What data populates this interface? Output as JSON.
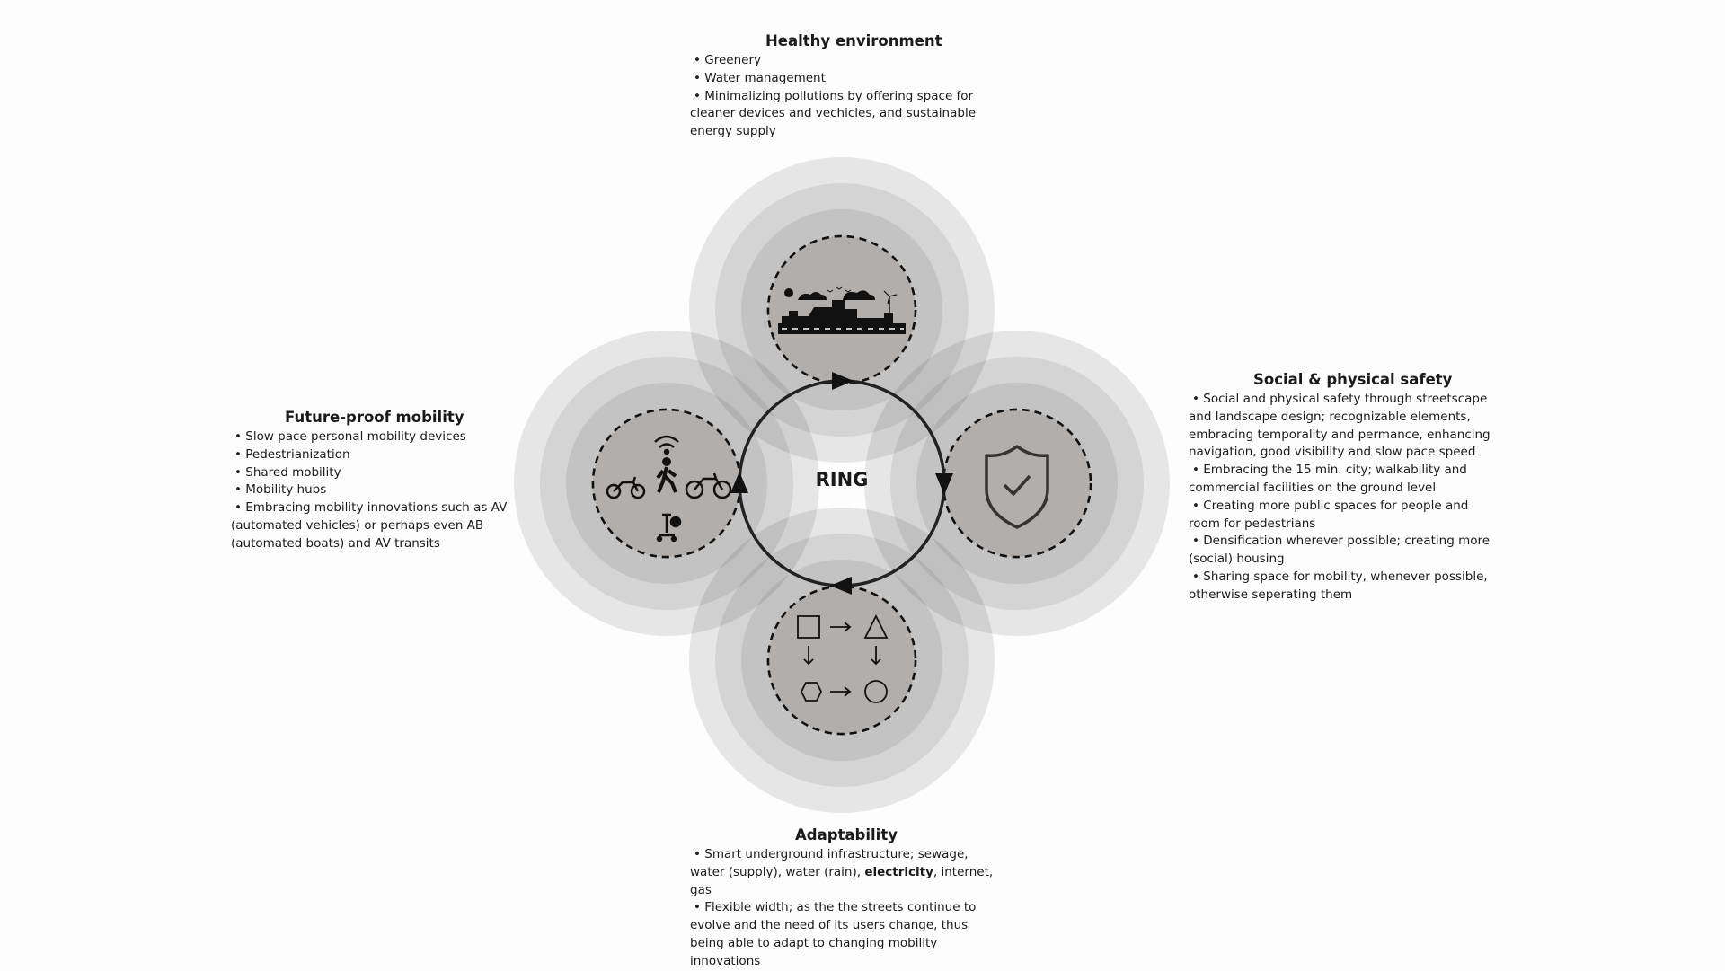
{
  "center_label": "RING",
  "sections": {
    "healthy": {
      "title": "Healthy environment",
      "icon": "city-landscape-icon",
      "bullets": [
        "• Greenery",
        "• Water management",
        "• Minimalizing pollutions by offering space for cleaner devices and vechicles, and sustainable energy supply"
      ]
    },
    "safety": {
      "title": "Social & physical safety",
      "icon": "shield-check-icon",
      "bullets": [
        "• Social and physical safety through streetscape and landscape design; recognizable elements, embracing temporality and permance, enhancing navigation, good visibility and slow pace speed",
        "• Embracing the 15 min. city; walkability and commercial facilities on the ground level",
        "• Creating more public spaces for people and room for pedestrians",
        "• Densification wherever possible; creating more (social) housing",
        "• Sharing space for mobility, whenever possible, otherwise seperating them"
      ]
    },
    "mobility": {
      "title": "Future-proof mobility",
      "icon": "mobility-icon",
      "bullets": [
        "• Slow pace personal mobility devices",
        "• Pedestrianization",
        "• Shared mobility",
        "• Mobility hubs",
        "• Embracing mobility innovations such as AV (automated vehicles) or perhaps even AB (automated boats) and AV transits"
      ]
    },
    "adaptability": {
      "title": "Adaptability",
      "icon": "shape-transform-icon",
      "bullet1_a": "• Smart underground infrastructure; sewage, water (supply), water (rain), ",
      "bullet1_bold": "electricity",
      "bullet1_b": ", internet, gas",
      "bullet2": "• Flexible width; as the the streets continue to evolve and the need of its users change, thus being able to adapt to changing mobility innovations"
    }
  }
}
